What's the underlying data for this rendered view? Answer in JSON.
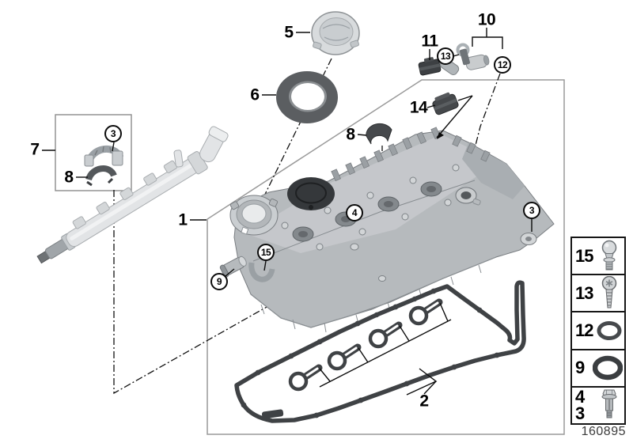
{
  "callouts": {
    "part1": "1",
    "part2": "2",
    "part3_box": "3",
    "part3_flange": "3",
    "part4": "4",
    "part5": "5",
    "part6": "6",
    "part7": "7",
    "part8_rail": "8",
    "part8_cover": "8",
    "part9": "9",
    "part10": "10",
    "part11": "11",
    "part12": "12",
    "part13": "13",
    "part14": "14",
    "part15": "15"
  },
  "legend": {
    "rows": [
      {
        "number": "15",
        "icon": "ball-stud-icon"
      },
      {
        "number": "13",
        "icon": "torx-screw-icon"
      },
      {
        "number": "12",
        "icon": "o-ring-small-icon"
      },
      {
        "number": "9",
        "icon": "o-ring-large-icon"
      },
      {
        "numbers": [
          "4",
          "3"
        ],
        "icon": "expansion-bolt-icon"
      }
    ],
    "figure_number": "160895"
  }
}
